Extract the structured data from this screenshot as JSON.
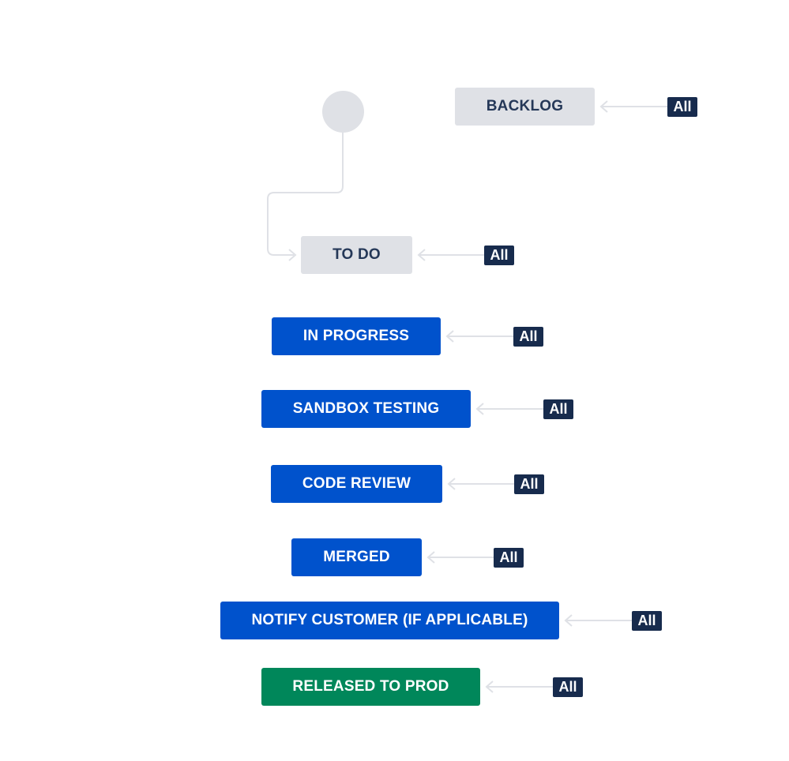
{
  "diagram": {
    "colors": {
      "todo": "#dfe1e6",
      "todo_text": "#253858",
      "in_progress": "#0052cc",
      "done": "#00875a",
      "badge": "#172b4d",
      "connector": "#dfe1e6"
    },
    "statuses": [
      {
        "label": "BACKLOG",
        "category": "todo"
      },
      {
        "label": "TO DO",
        "category": "todo"
      },
      {
        "label": "IN PROGRESS",
        "category": "progress"
      },
      {
        "label": "SANDBOX TESTING",
        "category": "progress"
      },
      {
        "label": "CODE REVIEW",
        "category": "progress"
      },
      {
        "label": "MERGED",
        "category": "progress"
      },
      {
        "label": "NOTIFY CUSTOMER (IF APPLICABLE)",
        "category": "progress"
      },
      {
        "label": "RELEASED TO PROD",
        "category": "done"
      }
    ],
    "global_transition_label": "All"
  }
}
